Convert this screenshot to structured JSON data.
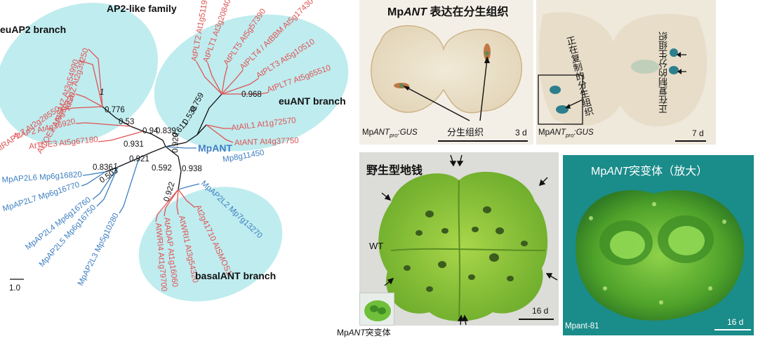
{
  "figure": {
    "tree": {
      "title": "AP2-like family",
      "scale_label": "1.0",
      "branches": {
        "euAP2": "euAP2 branch",
        "euANT": "euANT branch",
        "basalANT": "basalANT branch"
      },
      "genes": {
        "g01": "AtSNZ At2g39250",
        "g02": "AtSMZ At3g54990",
        "g03": "AtTOE2 At5g60120",
        "g04": "AtTOE1/AtRAP2.7 At2g28550",
        "g05": "AtAP2 At4g36920",
        "g06": "AtTOE3 At5g67180",
        "g07": "AtPLT2 At1g51190",
        "g08": "AtPLT1 At3g20840",
        "g09": "AtPLT5 At5g57390",
        "g10": "AtPLT4 / AtBBM At5g17430",
        "g11": "AtPLT3 At5g10510",
        "g12": "AtPLT7 At5g65510",
        "g13": "AtAIL1 At1g72570",
        "g14": "AtANT At4g37750",
        "g15_name": "MpANT",
        "g15_id": "Mp8g11450",
        "g16": "MpAP2L2 Mp7g13270",
        "g17": "At2g41710 AtSMOS1",
        "g18": "AtWRI1 At3g54320",
        "g19": "AtADAP At1g16060",
        "g20": "AtWRI4 At1g79700",
        "g21": "MpAP2L6 Mp6g16820",
        "g22": "MpAP2L7 Mp6g16770",
        "g23": "MpAP2L4 Mp6g16760",
        "g24": "MpAP2L5 Mp6g16750",
        "g25": "MpAP2L3 Mp5g10280"
      },
      "bootstraps": {
        "b01": "1",
        "b02": "0.776",
        "b03": "0.53",
        "b04": "0.94",
        "b05": "0.931",
        "b06": "0.839",
        "b07": "0.759",
        "b08": "0.538",
        "b09": "0.611",
        "b10": "0.968",
        "b11": "0.929",
        "b12": "0.938",
        "b13": "0.592",
        "b14": "0.922",
        "b15": "0.921",
        "b16": "0.836",
        "b17": "1",
        "b18": "0.503"
      }
    },
    "panels": {
      "p1": {
        "title_pre": "Mp",
        "title_ital": "ANT",
        "title_post": " 表达在分生组织",
        "label_pre": "Mp",
        "label_ital": "ANT",
        "label_sub": "pro",
        "label_post": ":GUS",
        "callout": "分生组织",
        "day": "3 d"
      },
      "p2": {
        "callout": "正在复制的分生组织",
        "label_pre": "Mp",
        "label_ital": "ANT",
        "label_sub": "pro",
        "label_post": ":GUS",
        "day": "7 d"
      },
      "p3": {
        "title": "野生型地钱",
        "wt": "WT",
        "day": "16 d",
        "inset_pre": "Mp",
        "inset_ital": "ANT",
        "inset_post": "突变体"
      },
      "p4": {
        "title_pre": "Mp",
        "title_ital": "ANT",
        "title_post": "突变体（放大）",
        "label": "Mpant-81",
        "day": "16 d"
      }
    }
  },
  "colors": {
    "blob": "#bfecef",
    "arabidopsis": "#e05353",
    "marchantia": "#3d7fc1",
    "branch": "#111111"
  }
}
